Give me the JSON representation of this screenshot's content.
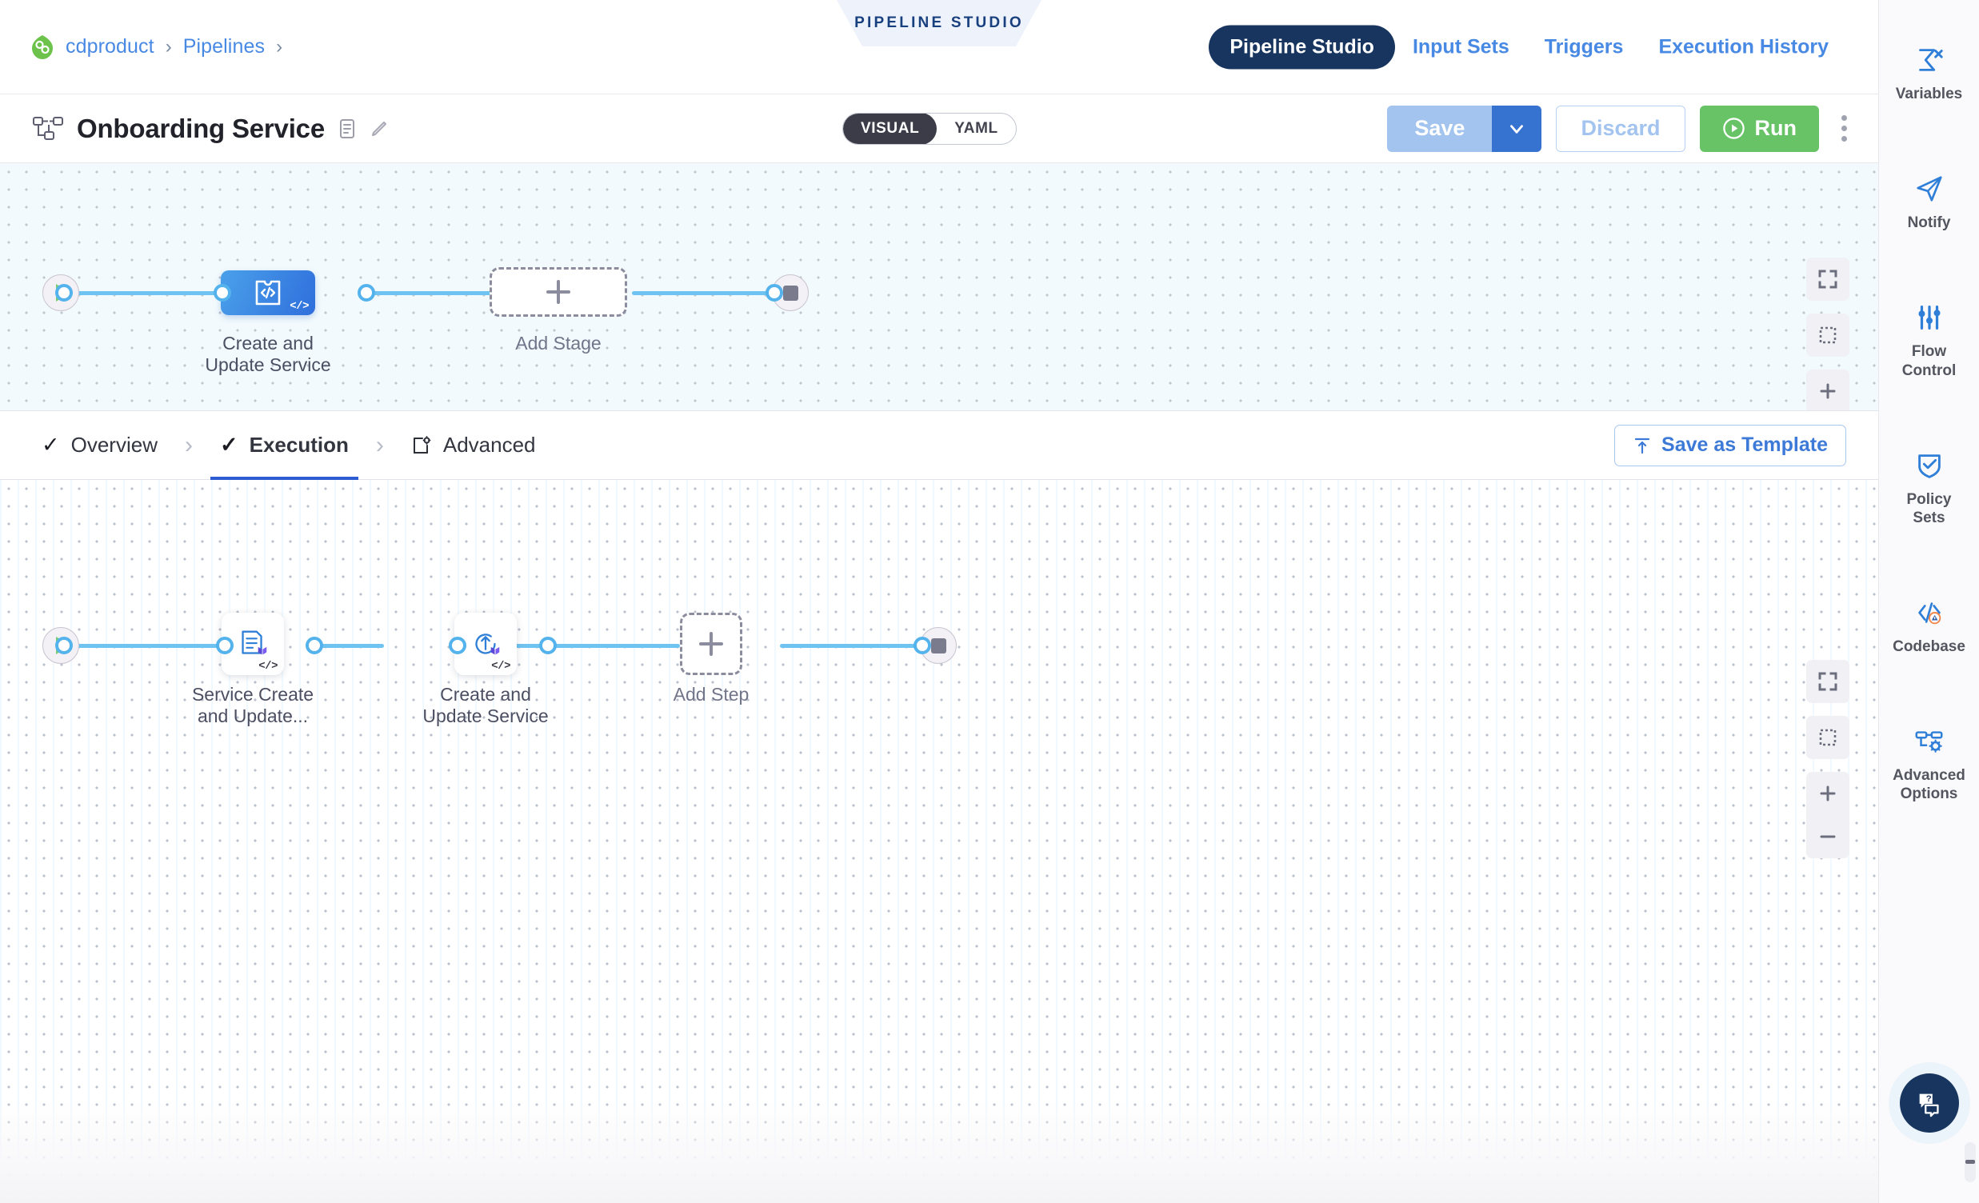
{
  "breadcrumb": {
    "logo_icon": "harness-leaf-icon",
    "items": [
      "cdproduct",
      "Pipelines"
    ],
    "separator": "›"
  },
  "studio_banner": {
    "label": "PIPELINE STUDIO"
  },
  "topnav": {
    "items": [
      {
        "label": "Pipeline Studio",
        "active": true
      },
      {
        "label": "Input Sets",
        "active": false
      },
      {
        "label": "Triggers",
        "active": false
      },
      {
        "label": "Execution History",
        "active": false
      }
    ]
  },
  "titlebar": {
    "pipeline_icon": "pipeline-hierarchy-icon",
    "title": "Onboarding Service",
    "description_icon": "description-icon",
    "edit_icon": "pencil-edit-icon",
    "mode_toggle": {
      "options": [
        "VISUAL",
        "YAML"
      ],
      "selected": "VISUAL"
    },
    "save_label": "Save",
    "save_caret_icon": "chevron-down-icon",
    "discard_label": "Discard",
    "run_label": "Run",
    "run_icon": "play-circle-icon",
    "more_icon": "kebab-menu-icon"
  },
  "stage_canvas": {
    "start_icon": "play-icon",
    "end_icon": "stop-icon",
    "nodes": [
      {
        "name": "Create and\nUpdate Service",
        "line1": "Create and",
        "line2": "Update Service",
        "type": "custom-stage",
        "badge": "</>",
        "selected": true
      },
      {
        "name": "Add Stage",
        "type": "add",
        "icon": "plus-icon"
      }
    ],
    "controls": [
      "fit-screen-icon",
      "selection-box-icon",
      "zoom-in-icon",
      "zoom-out-icon"
    ]
  },
  "tabs": {
    "items": [
      {
        "label": "Overview",
        "icon": "check-icon",
        "active": false
      },
      {
        "label": "Execution",
        "icon": "check-icon",
        "active": true
      },
      {
        "label": "Advanced",
        "icon": "advanced-gear-icon",
        "active": false
      }
    ],
    "arrow": "›",
    "save_as_template_label": "Save as Template",
    "save_as_template_icon": "template-upload-icon"
  },
  "step_canvas": {
    "start_icon": "play-icon",
    "end_icon": "stop-icon",
    "nodes": [
      {
        "line1": "Service Create",
        "line2": "and Update...",
        "type": "step",
        "icon": "terraform-plan-icon",
        "badge": "</>"
      },
      {
        "line1": "Create and",
        "line2": "Update Service",
        "type": "step",
        "icon": "terraform-apply-icon",
        "badge": "</>"
      },
      {
        "line1": "Add Step",
        "line2": "",
        "type": "add",
        "icon": "plus-icon"
      }
    ],
    "controls": [
      "fit-screen-icon",
      "selection-box-icon",
      "zoom-in-icon",
      "zoom-out-icon"
    ]
  },
  "rail": {
    "items": [
      {
        "label": "Variables",
        "icon": "sigma-variables-icon"
      },
      {
        "label": "Notify",
        "icon": "paper-plane-icon"
      },
      {
        "label": "Flow\nControl",
        "line1": "Flow",
        "line2": "Control",
        "icon": "sliders-icon"
      },
      {
        "label": "Policy\nSets",
        "line1": "Policy",
        "line2": "Sets",
        "icon": "shield-check-icon"
      },
      {
        "label": "Codebase",
        "line1": "Codebase",
        "line2": "",
        "icon": "code-warning-icon"
      },
      {
        "label": "Advanced\nOptions",
        "line1": "Advanced",
        "line2": "Options",
        "icon": "advanced-options-icon"
      }
    ],
    "help_icon": "help-chat-icon"
  },
  "colors": {
    "accent_blue": "#4889e3",
    "nav_active": "#17355e",
    "run_green": "#68c366",
    "stage_blue": "#3b86e5",
    "edge_blue": "#6fc3f0",
    "tab_underline": "#2d5bd1"
  }
}
